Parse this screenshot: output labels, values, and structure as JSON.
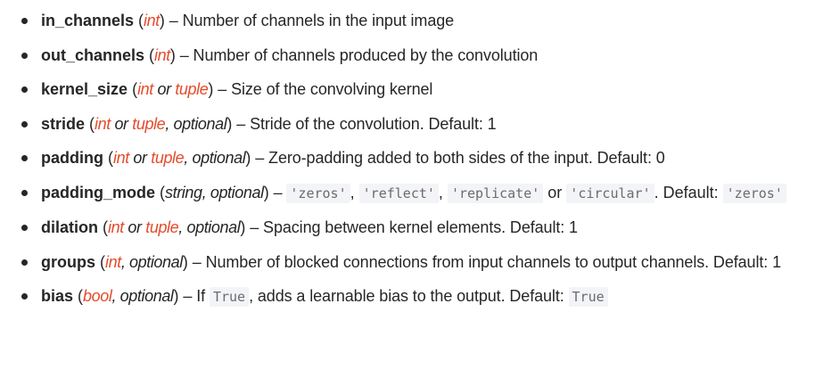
{
  "params": [
    {
      "name": "in_channels",
      "desc": " – Number of channels in the input image"
    },
    {
      "name": "out_channels",
      "desc": " – Number of channels produced by the convolution"
    },
    {
      "name": "kernel_size",
      "desc": " – Size of the convolving kernel"
    },
    {
      "name": "stride",
      "desc": " – Stride of the convolution. Default: 1"
    },
    {
      "name": "padding",
      "desc": " – Zero-padding added to both sides of the input. Default: 0"
    },
    {
      "name": "padding_mode",
      "desc_prefix": " – ",
      "code_zeros": "'zeros'",
      "code_reflect": "'reflect'",
      "code_replicate": "'replicate'",
      "code_circular": "'circular'",
      "or_word": " or ",
      "default_label": ". Default: ",
      "default_code": "'zeros'"
    },
    {
      "name": "dilation",
      "desc": " – Spacing between kernel elements. Default: 1"
    },
    {
      "name": "groups",
      "desc": " – Number of blocked connections from input channels to output channels. Default: 1"
    },
    {
      "name": "bias",
      "desc_prefix": " – If ",
      "code_true": "True",
      "desc_mid": ", adds a learnable bias to the output. Default: ",
      "default_code": "True"
    }
  ],
  "types": {
    "int": "int",
    "tuple": "tuple",
    "bool": "bool",
    "or": " or ",
    "optional": ", optional",
    "string_optional": "string, optional",
    "open": " (",
    "close": ")"
  }
}
